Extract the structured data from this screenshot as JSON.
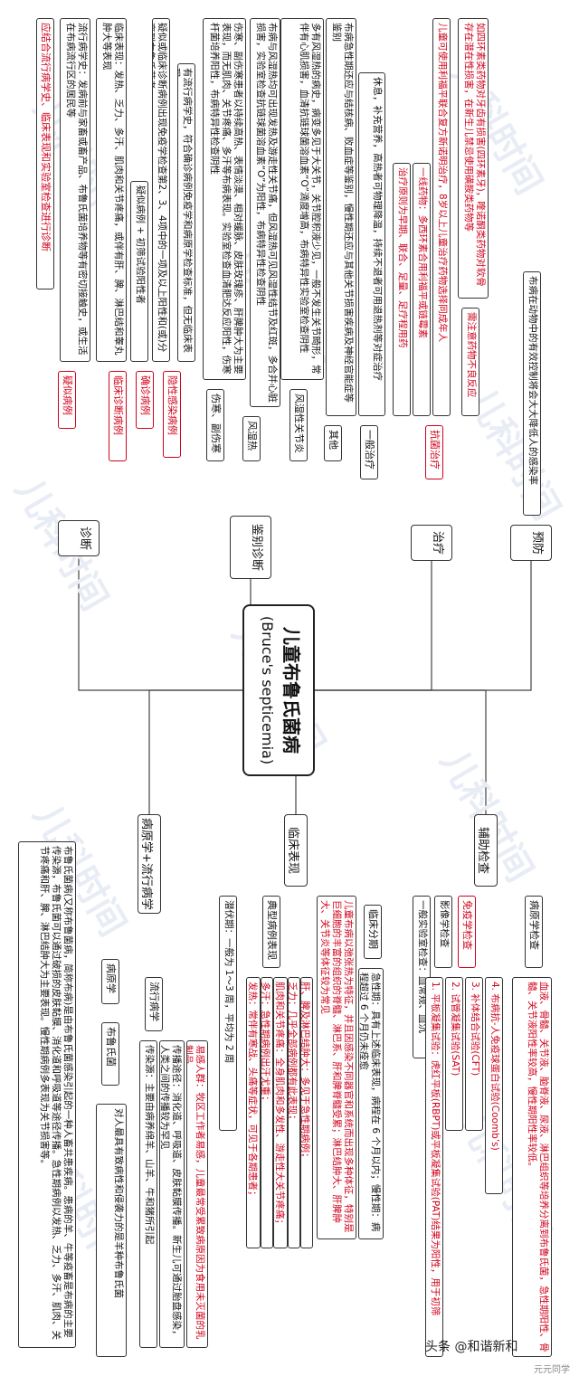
{
  "title": "儿童布鲁氏菌病",
  "subtitle": "(Bruce's septicemia)",
  "watermarks": [
    "儿科时间",
    "儿科时间",
    "儿科时间",
    "儿科时间",
    "儿科时间",
    "儿科时间",
    "儿科时间",
    "儿科时间",
    "儿科时间",
    "儿科时间"
  ],
  "credit": "头条 @和谐新和",
  "credit2": "元元同学",
  "diagnosis": {
    "label": "诊断",
    "standard": "应结合流行病学史、临床表现和实验室检查进行诊断",
    "suspected": "疑似病例",
    "suspected_items": [
      "流行病学史：发病前与家畜或畜产品、布鲁氏菌培养物等有密切接触史，或生活在布病流行区的居民等",
      "临床表现：发热、乏力、多汗、肌肉和关节疼痛，或伴有肝、脾、淋巴结和睾丸肿大等表现"
    ],
    "clinical": "临床诊断病例",
    "clinical_text": "疑似病例 + 初筛试验阳性者",
    "confirmed": "确诊病例",
    "confirmed_text": "疑似或临床诊断病例出现免疫学检查第2、3、4项中的一项及以上阳性和(或)分离到布鲁氏菌者",
    "latent": "隐性感染病例",
    "latent_text": "有流行病学史，符合确诊病例免疫学和病原学检查标准，但无临床表现"
  },
  "differential": {
    "label": "鉴别诊断",
    "items": [
      {
        "name": "伤寒、副伤寒",
        "text": "伤寒、副伤寒患者以持续高热、表情淡漠、相对缓脉、皮肤玫瑰疹、肝脾肿大为主要表现，而无肌肉、关节疼痛、多汗等布病表现。实验室检查血清肥达反应阳性，伤寒杆菌培养阳性，布病特异性检查阴性"
      },
      {
        "name": "风湿热",
        "text": "布病与风湿热均可出现发热及游走性关节痛，但风湿热可见风湿性结节及红斑，多合并心脏损害，实验室检查抗链球菌溶血素“O”为阳性，布病特异性检查阴性"
      },
      {
        "name": "风湿性关节炎",
        "text": "多有风湿热的病史，病变多见于大关节，关节腔积液少见，一般不发生关节畸形，常伴有心肌损害，血清抗链球菌溶血素“O”滴度增高，布病特异性实验室检查阴性"
      },
      {
        "name": "其他",
        "text": "布病急性期还应与结核病、败血症等鉴别，慢性期还应与其他关节损害疾病及神经官能症等鉴别"
      }
    ]
  },
  "treatment": {
    "label": "治疗",
    "general": "一般治疗",
    "general_text": "休息，补充营养，高热者可物理降温，持续不退者可用退热剂等对症治疗",
    "antibacterial": "抗菌治疗",
    "principle": "治疗原则为早期、联合、足量、足疗程用药",
    "first_line": "一线药物：多西环素合用利福平或链霉素",
    "children": "儿童可使用利福平联合复方新诺明治疗，8岁以上儿童治疗药物选择同成年人",
    "caution": "需注意药物不良反应",
    "caution_text": "如四环素类药物对牙齿有损害(四环素牙)，喹诺酮类药物对软骨存在潜在性损害，在新生儿禁忌使用磺胺类药物等"
  },
  "prevention": {
    "label": "预防",
    "text": "布病在动物中的有效控制将会大大降低人的感染率"
  },
  "etiology": {
    "label": "病原学+流行病学",
    "intro": "布鲁氏菌病(又称布鲁菌病，简称布病)是由布鲁氏菌感染引起的一种人畜共患疾病。患病的羊、牛等疫畜是布病的主要传染源，布鲁氏菌可以通过破损的皮肤黏膜、消化道和呼吸道等途径传播。急性期病例以发热、乏力、多汗、肌肉、关节疼痛和肝、脾、淋巴结肿大为主要表现。慢性期病例多表现为关节损害等。",
    "pathogen": "病原学",
    "brucella": "布鲁氏菌",
    "pathogen_text": "对人最具有致病性和侵袭力的是羊种布鲁氏菌",
    "epidemiology": "流行病学",
    "epi_text": [
      "传染源：主要由病养绵羊、山羊、牛和猪所引起",
      "传播途径：消化道、呼吸道、皮肤黏膜传播。新生儿可通过胎盘感染，人类之间的传播较为罕见",
      "易感人群：牧区工作者易感，儿童最常受累致病原因为食用未灭菌的乳制品"
    ]
  },
  "clinical": {
    "label": "临床表现",
    "incubation": "潜伏期：一般为 1～3 周，平均为 2 周",
    "typical": "典型病例表现",
    "typical_text": [
      "发热：常伴有寒战、头痛等症状，可见于各期患者；",
      "多汗：急性期病例出汗尤重；",
      "肌肉和关节疼痛：全身肌肉和多发性、游走性大关节疼痛；",
      "乏力：几乎全部病例都有此表现；",
      "肝、脾及淋巴结肿大：多见于急性期病例；"
    ],
    "child_text": "儿童布病以弛张热为特征，并且因感染不同器官和系统而出现多种体征，特别是巨细胞的丰富的组织的脊髓、淋巴系、肝和脾脊髓受累；淋巴结肿大、肝脾肿大、关节炎等体征较为常见",
    "staging": "临床分期",
    "staging_text": "急性期：具有上述临床表现，病程在 6 个月以内；慢性期：病程超过 6 个月仍未痊愈"
  },
  "lab": {
    "label": "辅助检查",
    "general": "一般实验室检查：血常规、血沉",
    "imaging": "影像学检查",
    "immuno": "免疫学检查",
    "immuno_items": [
      "1. 平板凝集试验：虎红平板(RBPT)或平板凝集试验(PAT)结果为阳性，用于初筛",
      "2. 试管凝集试验(SAT)",
      "3. 补体结合试验(CFT)",
      "4. 布病抗-人免疫球蛋白试验(Coomb’s)"
    ],
    "etiology": "病原学检查",
    "etiology_text": "血液、骨髓、关节液、脑脊液、尿液、淋巴组织等培养分离到布鲁氏菌，急性期阳性、骨髓、关节液阳性率较高，慢性期阳性率较低。"
  }
}
